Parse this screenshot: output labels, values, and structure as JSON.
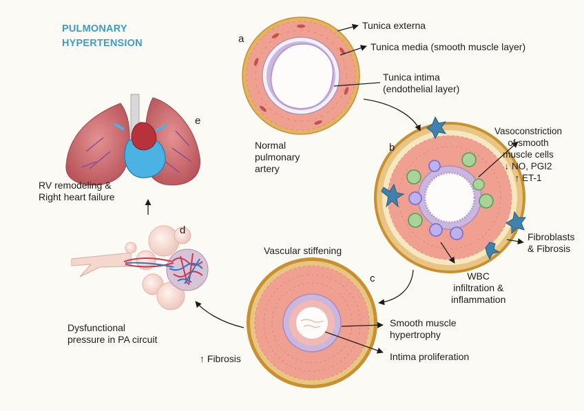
{
  "title": {
    "line1": "PULMONARY",
    "line2": "HYPERTENSION"
  },
  "panel_letters": {
    "a": "a",
    "b": "b",
    "c": "c",
    "d": "d",
    "e": "e"
  },
  "panel_a": {
    "tunica_externa": "Tunica externa",
    "tunica_media": "Tunica media (smooth muscle layer)",
    "tunica_intima": "Tunica intima\n(endothelial layer)",
    "caption": "Normal\npulmonary\nartery"
  },
  "panel_b": {
    "vasoconstriction": "Vasoconstriction\nof smooth\nmuscle cells\n↓ NO, PGI2\n↑ ET-1",
    "fibroblasts": "Fibroblasts\n& Fibrosis",
    "wbc": "WBC\ninfiltration &\ninflammation"
  },
  "panel_c": {
    "vascular_stiffening": "Vascular stiffening",
    "smooth_muscle_hypertrophy": "Smooth muscle\nhypertrophy",
    "intima_proliferation": "Intima proliferation",
    "fibrosis": "↑ Fibrosis"
  },
  "panel_d": {
    "dysfunctional_pressure": "Dysfunctional\npressure in PA circuit"
  },
  "panel_e": {
    "rv_remodeling": "RV remodeling &\nRight heart failure"
  },
  "colors": {
    "title": "#3d9bc4",
    "adventitia": "#e0b05a",
    "media": "#ef9d8f",
    "intima": "#c9b4dd",
    "fibroblast": "#3d7fa8",
    "wbc": "#9cc78d",
    "lung": "#c8676a",
    "heart_blue": "#4bb3e3"
  }
}
